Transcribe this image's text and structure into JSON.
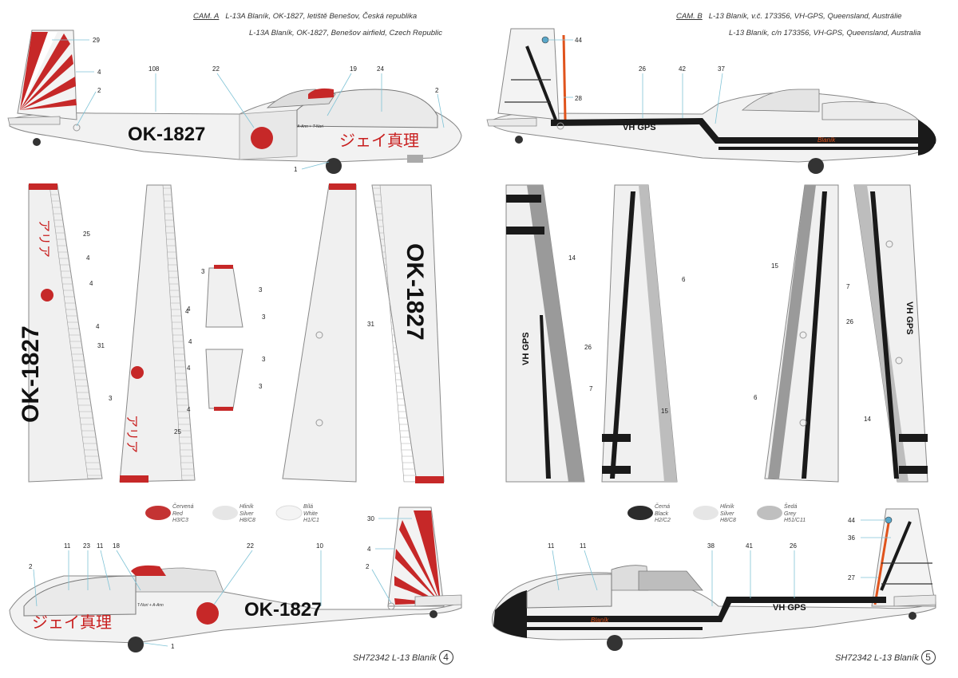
{
  "page_left": {
    "camo_label": "CAM. A",
    "title_cz": "L-13A Blaník, OK-1827, letiště Benešov, Česká republika",
    "title_en": "L-13A Blaník, OK-1827, Benešov airfield, Czech Republic",
    "registration": "OK-1827",
    "kana_side": "ジェイ真理",
    "kana_wing": "アリア",
    "cockpit_text": "A-Ann + T-Nori",
    "cockpit_text_2": "T-Nori + A-Ann",
    "legend": [
      {
        "cz": "Červená",
        "en": "Red",
        "code": "H3/C3",
        "color": "#c43333"
      },
      {
        "cz": "Hliník",
        "en": "Silver",
        "code": "H8/C8",
        "color": "#e4e4e4"
      },
      {
        "cz": "Bílá",
        "en": "White",
        "code": "H1/C1",
        "color": "#f4f4f4"
      }
    ],
    "footer_text": "SH72342 L-13 Blaník",
    "page_number": "4",
    "callouts_side_top": [
      "29",
      "4",
      "2",
      "108",
      "22",
      "19",
      "24",
      "2",
      "1"
    ],
    "callouts_wings": [
      "25",
      "4",
      "4",
      "4",
      "31",
      "3",
      "3",
      "4",
      "3",
      "3",
      "4",
      "3",
      "3",
      "4",
      "4",
      "4",
      "25",
      "31"
    ],
    "callouts_side_bottom": [
      "11",
      "23",
      "11",
      "18",
      "22",
      "10",
      "30",
      "4",
      "2",
      "2",
      "1"
    ]
  },
  "page_right": {
    "camo_label": "CAM. B",
    "title_cz": "L-13 Blaník, v.č. 173356, VH-GPS, Queensland, Austrálie",
    "title_en": "L-13 Blaník, c/n 173356, VH-GPS, Queensland, Australia",
    "registration": "VH GPS",
    "script_name": "Blaník",
    "legend": [
      {
        "cz": "Černá",
        "en": "Black",
        "code": "H2/C2",
        "color": "#2b2b2b"
      },
      {
        "cz": "Hliník",
        "en": "Silver",
        "code": "H8/C8",
        "color": "#e4e4e4"
      },
      {
        "cz": "Šedá",
        "en": "Grey",
        "code": "H51/C11",
        "color": "#bfbfbf"
      }
    ],
    "footer_text": "SH72342 L-13 Blaník",
    "page_number": "5",
    "callouts_side_top": [
      "44",
      "28",
      "26",
      "42",
      "37"
    ],
    "callouts_wings": [
      "14",
      "6",
      "15",
      "7",
      "26",
      "7",
      "26",
      "6",
      "15",
      "14"
    ],
    "callouts_side_bottom": [
      "11",
      "11",
      "38",
      "41",
      "26",
      "44",
      "36",
      "27"
    ]
  },
  "colors": {
    "red": "#c62828",
    "black": "#1a1a1a",
    "silver": "#e6e6e6",
    "grey": "#9a9a9a",
    "orange": "#e0531c",
    "leader": "#7fc3d6"
  }
}
